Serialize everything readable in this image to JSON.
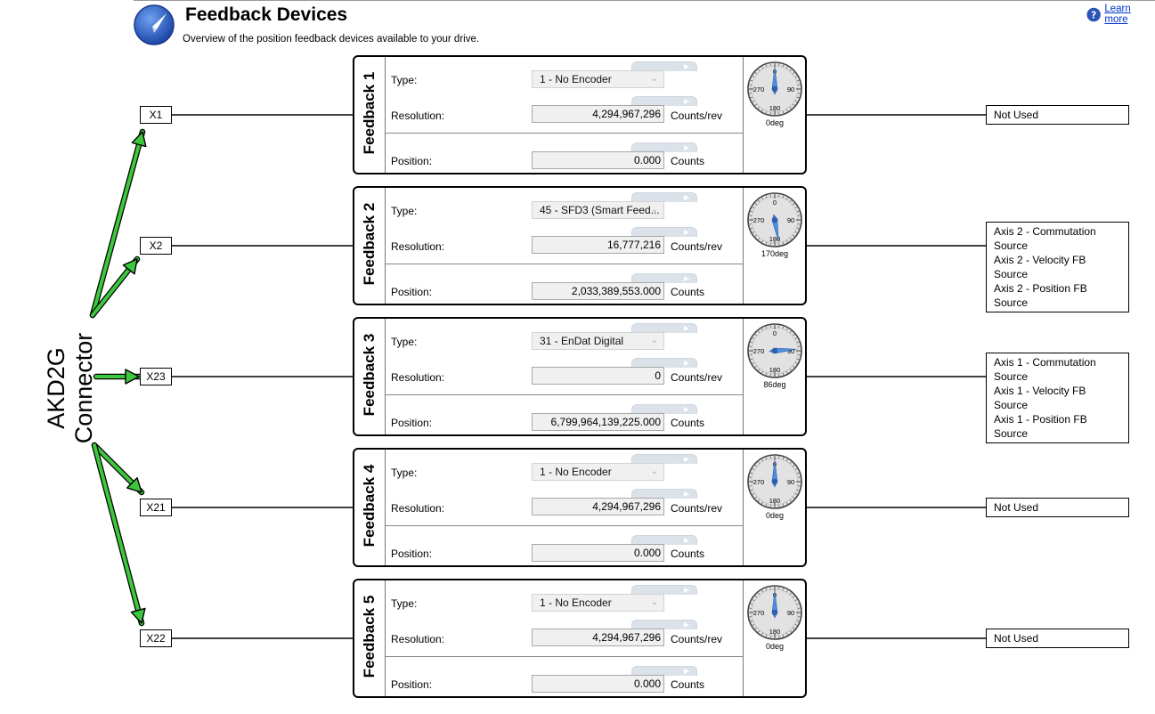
{
  "header": {
    "title": "Feedback Devices",
    "subtitle": "Overview of the position feedback devices available to your drive.",
    "help_label": "Learn more",
    "help_icon": "question-circle-icon",
    "logo_icon": "compass-logo-icon"
  },
  "connector_label": "AKD2G\nConnector",
  "colors": {
    "arrow": "#3cc83c",
    "needle": "#4f8ee0",
    "panel_border": "#000000"
  },
  "labels": {
    "type": "Type:",
    "resolution": "Resolution:",
    "position": "Position:",
    "resolution_unit": "Counts/rev",
    "position_unit": "Counts"
  },
  "gauge_labels": {
    "top": "0",
    "left": "270",
    "right": "90",
    "bottom": "180"
  },
  "feedbacks": [
    {
      "name": "Feedback 1",
      "port": "X1",
      "type": "1 - No Encoder",
      "resolution": "4,294,967,296",
      "position": "0.000",
      "angle_label": "0deg",
      "angle": 0,
      "usage": [
        "Not Used"
      ]
    },
    {
      "name": "Feedback 2",
      "port": "X2",
      "type": "45 - SFD3 (Smart Feed...",
      "resolution": "16,777,216",
      "position": "2,033,389,553.000",
      "angle_label": "170deg",
      "angle": 170,
      "usage": [
        "Axis 2 - Commutation Source",
        "Axis 2 - Velocity FB Source",
        "Axis 2 - Position FB Source"
      ]
    },
    {
      "name": "Feedback 3",
      "port": "X23",
      "type": "31 - EnDat Digital",
      "resolution": "0",
      "position": "6,799,964,139,225.000",
      "angle_label": "86deg",
      "angle": 86,
      "usage": [
        "Axis 1 - Commutation Source",
        "Axis 1 - Velocity FB Source",
        "Axis 1 - Position FB Source"
      ]
    },
    {
      "name": "Feedback 4",
      "port": "X21",
      "type": "1 - No Encoder",
      "resolution": "4,294,967,296",
      "position": "0.000",
      "angle_label": "0deg",
      "angle": 0,
      "usage": [
        "Not Used"
      ]
    },
    {
      "name": "Feedback 5",
      "port": "X22",
      "type": "1 - No Encoder",
      "resolution": "4,294,967,296",
      "position": "0.000",
      "angle_label": "0deg",
      "angle": 0,
      "usage": [
        "Not Used"
      ]
    }
  ]
}
